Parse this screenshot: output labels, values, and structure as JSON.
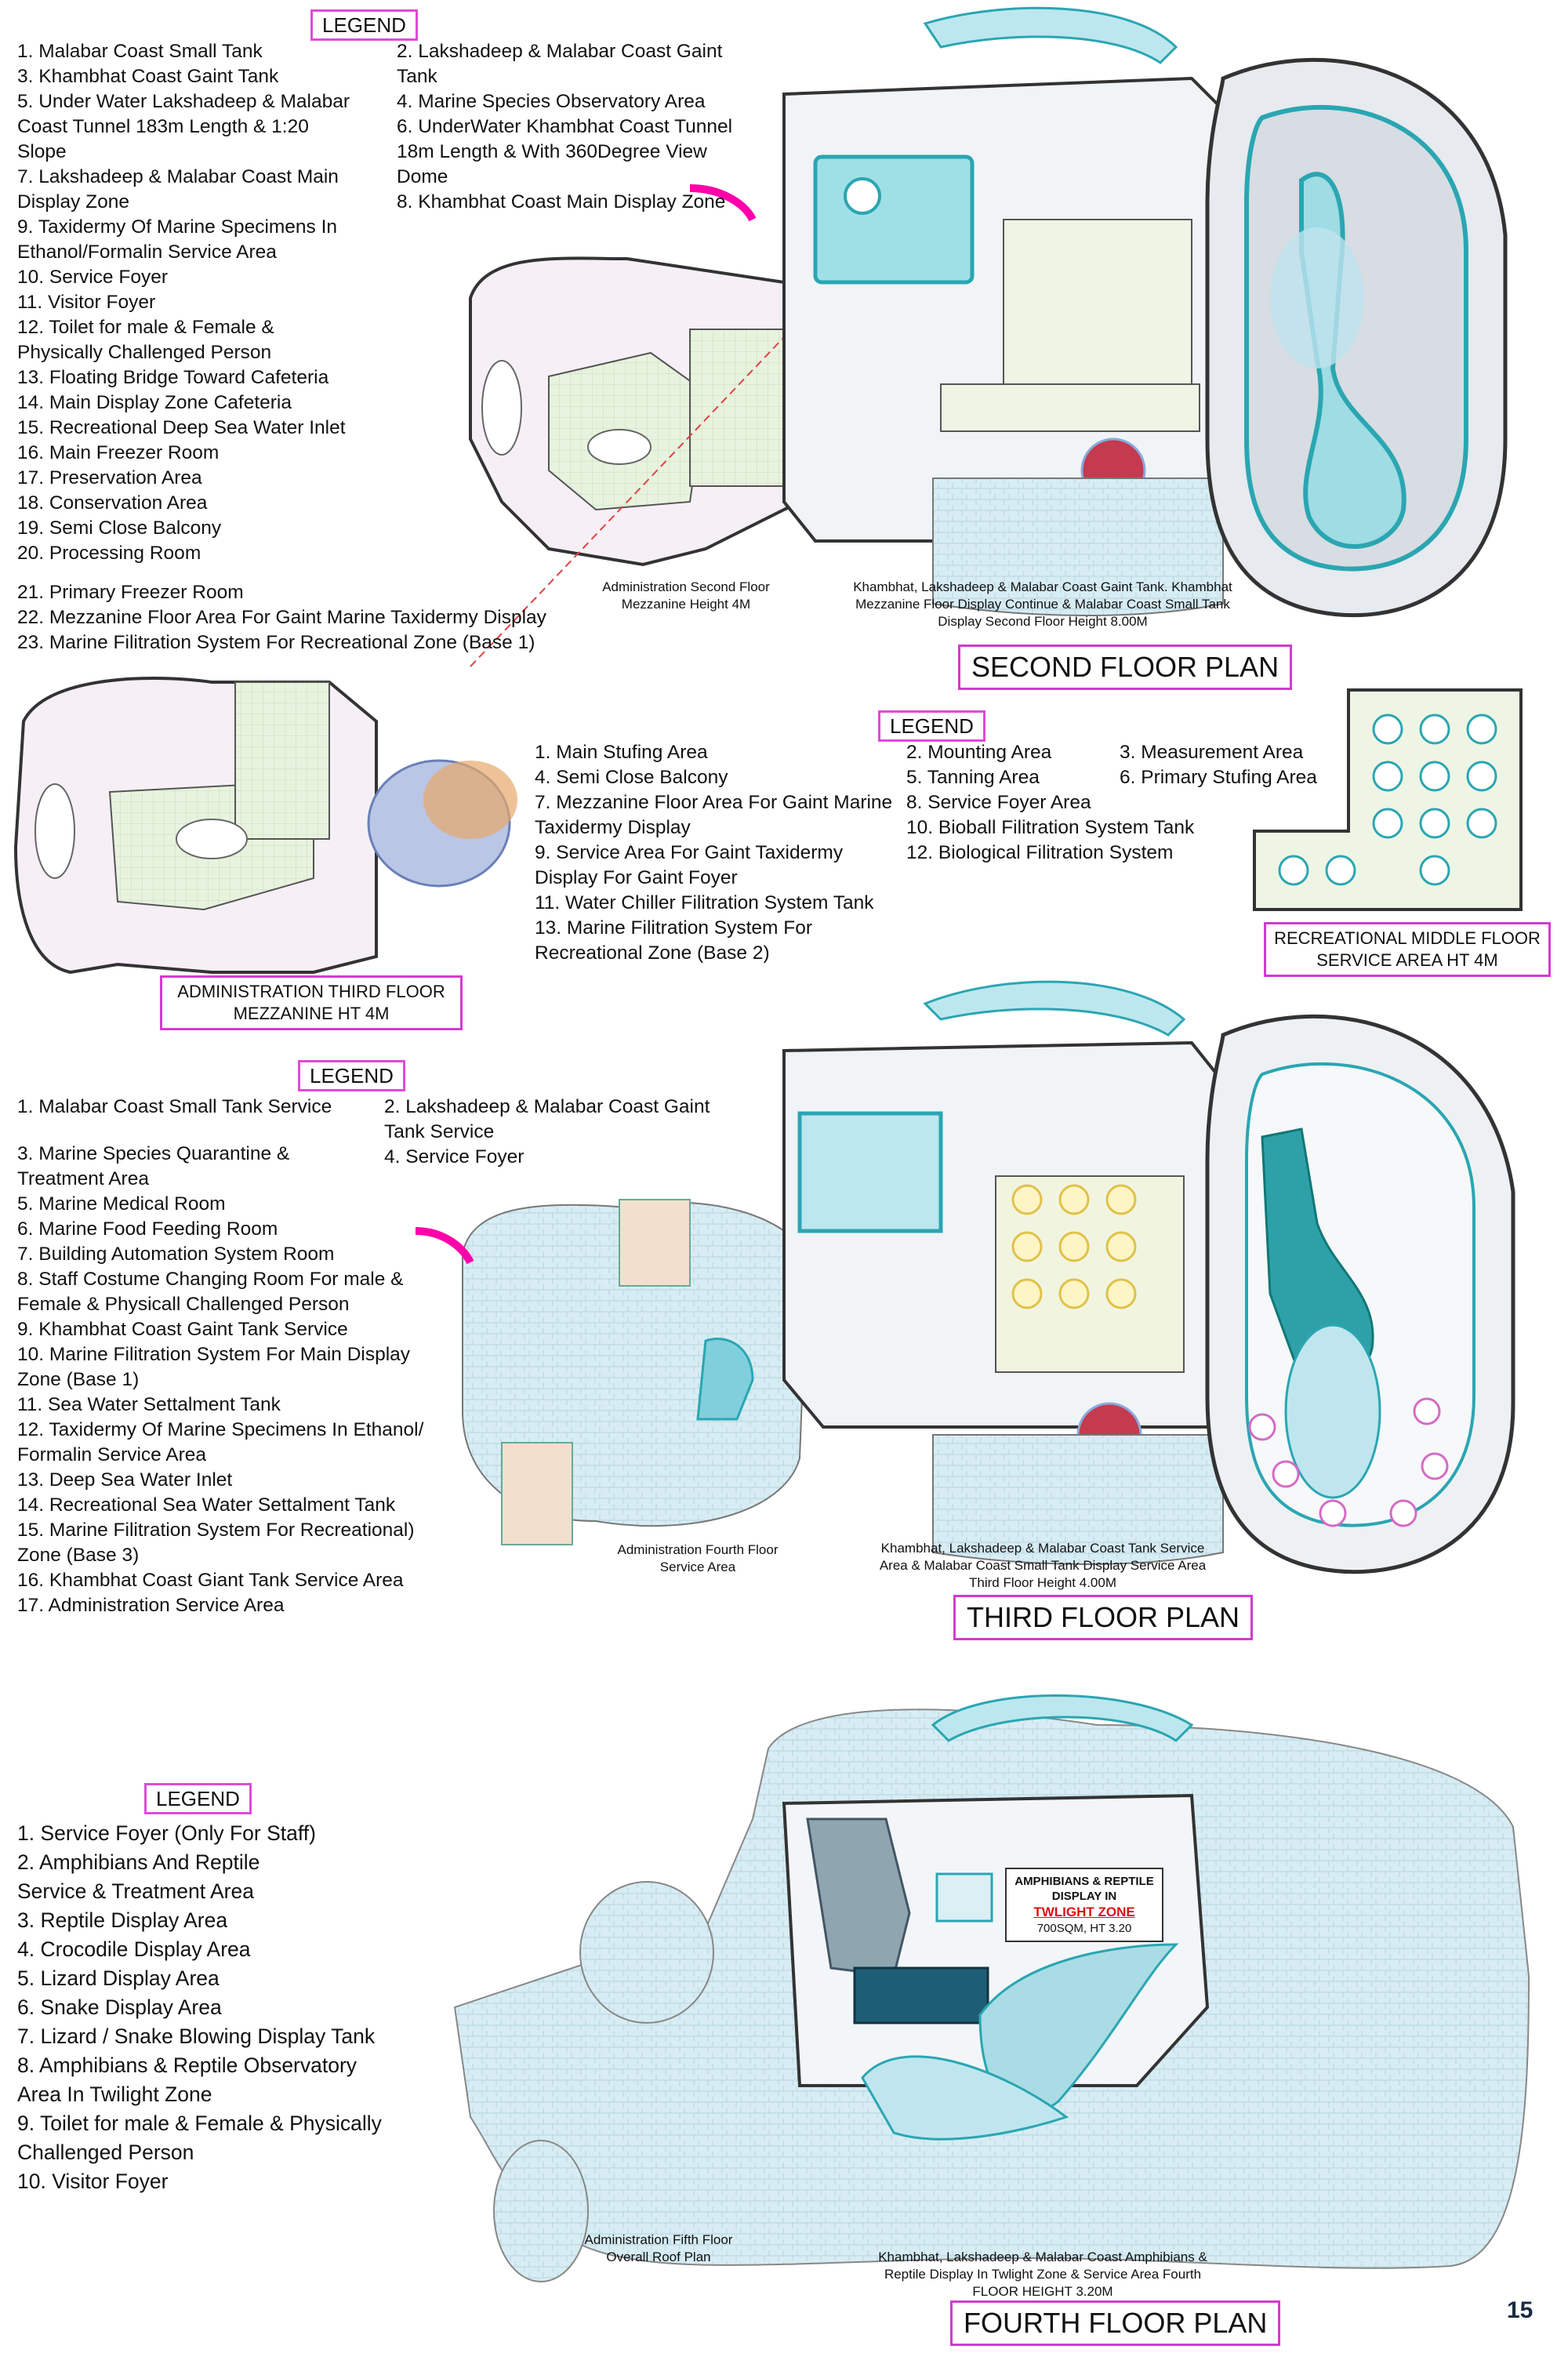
{
  "second_floor": {
    "legend_title": "LEGEND",
    "legend_left": [
      "1. Malabar Coast Small Tank",
      "3. Khambhat Coast Gaint Tank",
      "5. Under Water Lakshadeep & Malabar Coast Tunnel 183m Length & 1:20 Slope",
      "7. Lakshadeep & Malabar Coast Main Display Zone",
      "9. Taxidermy Of Marine Specimens In Ethanol/Formalin Service Area",
      "10. Service Foyer",
      "11. Visitor Foyer",
      "12. Toilet for male & Female & Physically Challenged Person",
      "13. Floating Bridge Toward Cafeteria",
      "14. Main Display Zone Cafeteria",
      "15. Recreational Deep Sea Water Inlet",
      "16. Main Freezer Room",
      "17. Preservation Area",
      "18. Conservation Area",
      "19. Semi Close Balcony",
      "20. Processing Room",
      "21. Primary Freezer Room",
      "22. Mezzanine Floor Area For Gaint Marine Taxidermy Display",
      "23. Marine Filitration System For Recreational Zone (Base 1)"
    ],
    "legend_right": [
      "2. Lakshadeep & Malabar Coast Gaint Tank",
      "4. Marine Species Observatory Area",
      "6. UnderWater Khambhat Coast Tunnel 18m Length & With 360Degree View Dome",
      "8. Khambhat Coast Main Display Zone"
    ],
    "admin_caption": "Administration Second Floor Mezzanine Height 4M",
    "main_caption": "Khambhat, Lakshadeep & Malabar Coast Gaint Tank. Khambhat Mezzanine Floor Display Continue & Malabar Coast Small Tank Display Second Floor Height 8.00M",
    "title": "SECOND FLOOR PLAN"
  },
  "mezzanine": {
    "legend_title": "LEGEND",
    "col1": [
      "1. Main Stufing Area",
      "4. Semi Close Balcony",
      "7. Mezzanine Floor Area For Gaint Marine Taxidermy Display",
      "9. Service Area For Gaint Taxidermy Display For Gaint Foyer",
      "11. Water Chiller Filitration System Tank",
      "13. Marine Filitration System For Recreational Zone (Base 2)"
    ],
    "col2": [
      "2. Mounting Area",
      "5. Tanning Area",
      "8. Service Foyer Area",
      "10. Bioball Filitration System Tank",
      "12. Biological Filitration System"
    ],
    "col3": [
      "3. Measurement Area",
      "6. Primary Stufing Area"
    ],
    "admin_title": "ADMINISTRATION THIRD FLOOR MEZZANINE HT 4M",
    "rec_title": "RECREATIONAL MIDDLE FLOOR SERVICE AREA HT 4M"
  },
  "third_floor": {
    "legend_title": "LEGEND",
    "legend_left": [
      "1. Malabar Coast Small Tank Service",
      "3. Marine Species Quarantine & Treatment Area",
      "5. Marine Medical Room",
      "6. Marine Food Feeding Room",
      "7. Building Automation System Room",
      "8. Staff Costume Changing Room For male & Female & Physicall Challenged Person",
      "9. Khambhat Coast Gaint Tank Service",
      "10. Marine Filitration System For Main Display Zone (Base 1)",
      "11. Sea Water Settalment Tank",
      "12. Taxidermy Of Marine Specimens In Ethanol/ Formalin Service Area",
      "13. Deep Sea Water Inlet",
      "14. Recreational Sea Water Settalment Tank",
      "15. Marine Filitration System For Recreational) Zone (Base 3)",
      "16. Khambhat Coast Giant Tank Service Area",
      "17. Administration Service Area"
    ],
    "legend_right": [
      "2. Lakshadeep & Malabar Coast Gaint Tank Service",
      "4. Service Foyer"
    ],
    "admin_caption": "Administration Fourth Floor Service Area",
    "main_caption": "Khambhat, Lakshadeep & Malabar Coast Tank Service Area & Malabar Coast Small Tank Display Service Area Third Floor Height 4.00M",
    "title": "THIRD FLOOR PLAN"
  },
  "fourth_floor": {
    "legend_title": "LEGEND",
    "legend": [
      "1. Service Foyer (Only For Staff)",
      "2. Amphibians And Reptile Service & Treatment Area",
      "3. Reptile Display Area",
      "4. Crocodile Display Area",
      "5. Lizard Display Area",
      "6. Snake Display Area",
      "7. Lizard / Snake Blowing Display Tank",
      "8. Amphibians & Reptile Observatory Area In Twilight Zone",
      "9. Toilet for male & Female & Physically Challenged Person",
      "10. Visitor Foyer"
    ],
    "zone_label_1": "AMPHIBIANS & REPTILE DISPLAY IN",
    "zone_label_2": "TWLIGHT ZONE",
    "zone_label_3": "700SQM, HT 3.20",
    "admin_caption": "Administration Fifth Floor Overall Roof Plan",
    "main_caption": "Khambhat, Lakshadeep & Malabar Coast Amphibians & Reptile Display In Twlight Zone & Service Area Fourth FLOOR HEIGHT 3.20M",
    "title": "FOURTH FLOOR PLAN"
  },
  "page_number": "15",
  "colors": {
    "legend_border": "#e04ad8",
    "water": "#cfe9f1",
    "tank": "#8fd6dd",
    "room": "#e6f2dc"
  }
}
